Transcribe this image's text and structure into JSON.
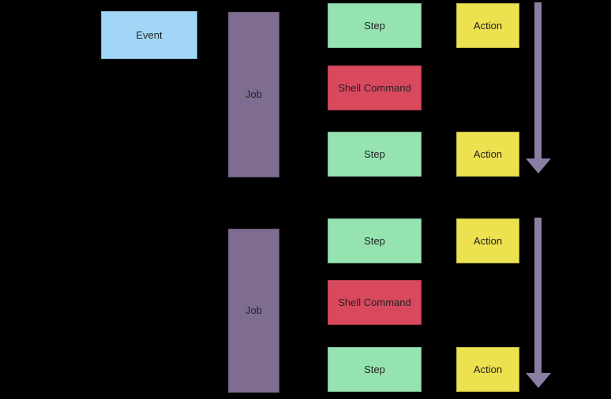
{
  "diagram": {
    "colors": {
      "background": "#000000",
      "event": "#A2D6F7",
      "job": "#7E6C91",
      "step": "#96E3B2",
      "shell_command": "#D9495E",
      "action": "#ECE14F",
      "arrow": "#8C7EA3",
      "label_text": "#222222"
    },
    "event": {
      "label": "Event"
    },
    "groups": [
      {
        "job": {
          "label": "Job"
        },
        "sequence": [
          {
            "kind": "step",
            "label": "Step"
          },
          {
            "kind": "shell-command",
            "label": "Shell Command"
          },
          {
            "kind": "step",
            "label": "Step"
          }
        ],
        "actions": [
          {
            "label": "Action"
          },
          {
            "label": "Action"
          }
        ],
        "arrow": {
          "direction": "down"
        }
      },
      {
        "job": {
          "label": "Job"
        },
        "sequence": [
          {
            "kind": "step",
            "label": "Step"
          },
          {
            "kind": "shell-command",
            "label": "Shell Command"
          },
          {
            "kind": "step",
            "label": "Step"
          }
        ],
        "actions": [
          {
            "label": "Action"
          },
          {
            "label": "Action"
          }
        ],
        "arrow": {
          "direction": "down"
        }
      }
    ]
  }
}
